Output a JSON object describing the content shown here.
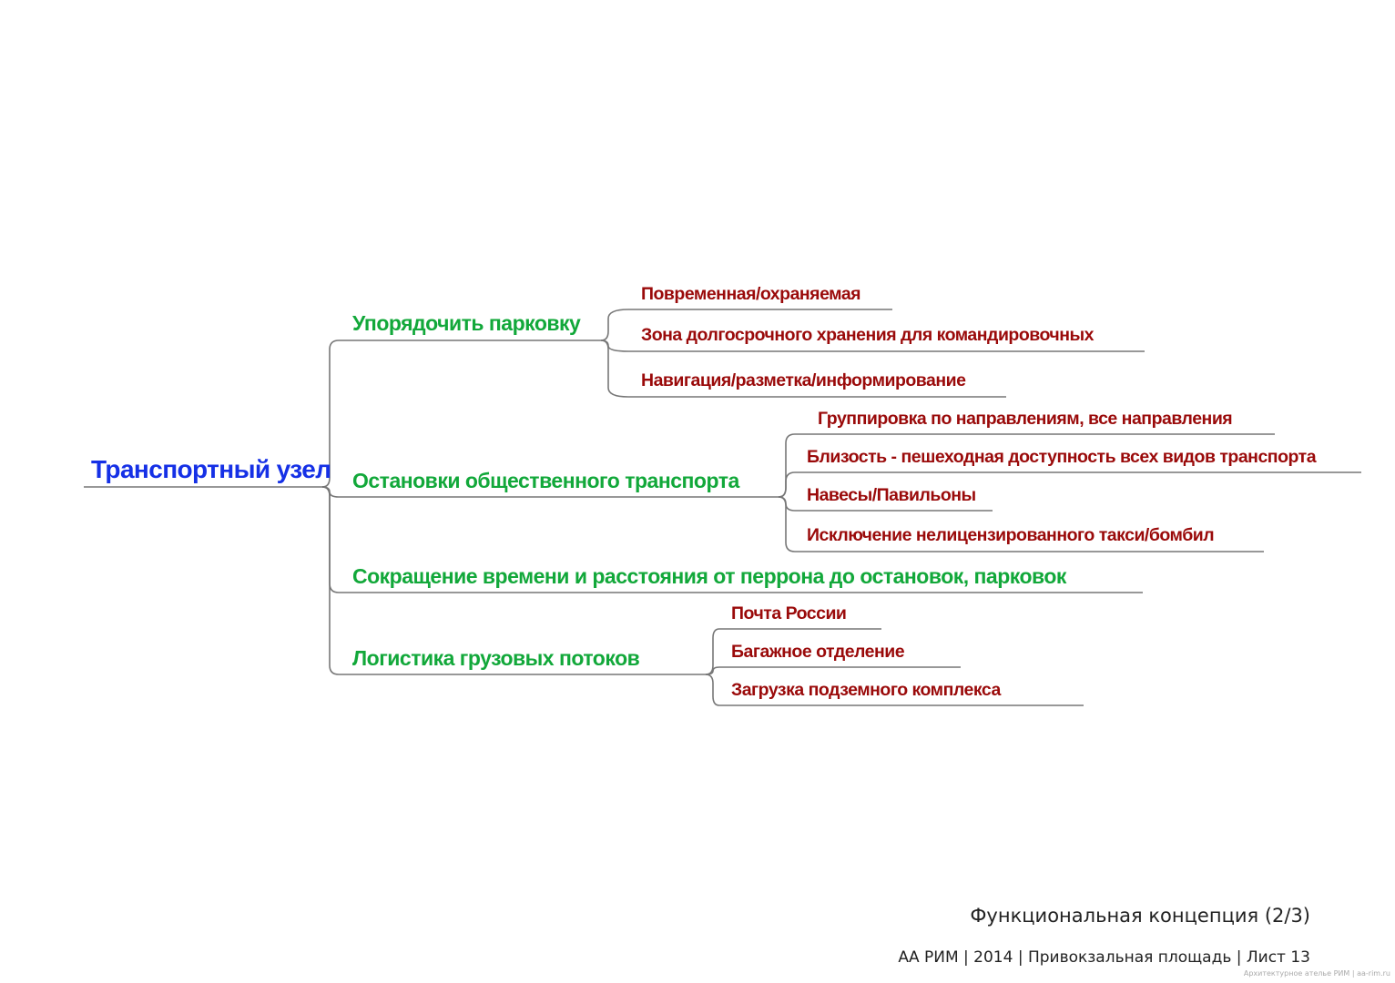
{
  "root": {
    "label": "Транспортный узел"
  },
  "branches": [
    {
      "label": "Упорядочить парковку",
      "children": [
        {
          "label": "Повременная/охраняемая"
        },
        {
          "label": "Зона долгосрочного хранения для командировочных"
        },
        {
          "label": "Навигация/разметка/информирование"
        }
      ]
    },
    {
      "label": "Остановки общественного транспорта",
      "children": [
        {
          "label": "Группировка по направлениям, все направления"
        },
        {
          "label": "Близость - пешеходная доступность всех видов транспорта"
        },
        {
          "label": "Навесы/Павильоны"
        },
        {
          "label": "Исключение нелицензированного такси/бомбил"
        }
      ]
    },
    {
      "label": "Сокращение времени и расстояния от перрона до остановок, парковок",
      "children": []
    },
    {
      "label": "Логистика грузовых потоков",
      "children": [
        {
          "label": "Почта России"
        },
        {
          "label": "Багажное отделение"
        },
        {
          "label": "Загрузка подземного комплекса"
        }
      ]
    }
  ],
  "footer": {
    "title": "Функциональная концепция (2/3)",
    "subtitle": "АА РИМ | 2014 | Привокзальная площадь | Лист 13",
    "credit": "Архитектурное ателье РИМ | aa-rim.ru"
  },
  "colors": {
    "root": "#1530e6",
    "branch": "#12a83a",
    "leaf": "#9a0a0a",
    "line": "#777777"
  }
}
